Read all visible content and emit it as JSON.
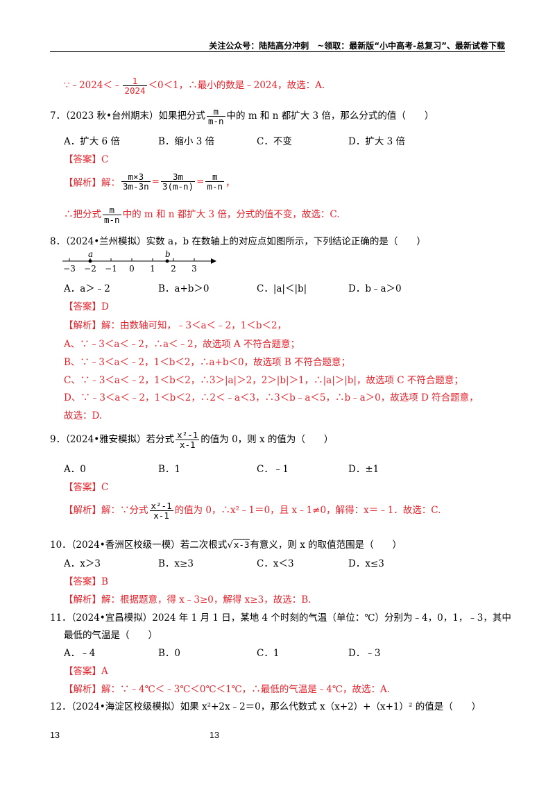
{
  "header": {
    "text": "关注公众号：陆陆高分冲刺　~领取：最新版“小中高考-总复习”、最新试卷下载"
  },
  "top_line": {
    "pre": "∵﹣2024＜﹣",
    "frac_num": "1",
    "frac_den": "2024",
    "post": "＜0＜1，∴最小的数是﹣2024，故选：A."
  },
  "q7": {
    "pre": "7．（2023 秋•台州期末）如果把分式",
    "frac_num": "m",
    "frac_den": "m-n",
    "post": "中的 m 和 n 都扩大 3 倍，那么分式的值（　　）",
    "options": [
      "A．扩大 6 倍",
      "B．缩小 3 倍",
      "C．不变",
      "D．扩大 3 倍"
    ],
    "answer": "【答案】C",
    "analysis_label": "【解析】解：",
    "f1n": "m×3",
    "f1d": "3m-3n",
    "f2n": "3m",
    "f2d": "3(m-n)",
    "f3n": "m",
    "f3d": "m-n",
    "eq": "=",
    "tail": "，",
    "concl_pre": "∴把分式",
    "concl_post": "中的 m 和 n 都扩大 3 倍，分式的值不变，故选：C."
  },
  "q8": {
    "stem": "8．（2024•兰州模拟）实数 a，b 在数轴上的对应点如图所示，下列结论正确的是（　　）",
    "ticks": [
      "−3",
      "−2",
      "−1",
      "0",
      "1",
      "2",
      "3"
    ],
    "point_a": "a",
    "point_b": "b",
    "options": [
      "A．a＞﹣2",
      "B．a+b＞0",
      "C．|a|＜|b|",
      "D．b﹣a＞0"
    ],
    "answer": "【答案】D",
    "lines": [
      "【解析】解：由数轴可知，﹣3＜a＜﹣2，1＜b＜2，",
      "A、∵﹣3＜a＜﹣2，∴a＜﹣2，故选项 A 不符合题意；",
      "B、∵﹣3＜a＜﹣2，1＜b＜2，∴a+b＜0，故选项 B 不符合题意；",
      "C、∵﹣3＜a＜﹣2，1＜b＜2，∴3＞|a|＞2，2＞|b|＞1，∴|a|＞|b|，故选项 C 不符合题意；",
      "D、∵﹣3＜a＜﹣2，1＜b＜2，∴2＜﹣a＜3，∴3＜b﹣a＜5，∴b﹣a＞0，故选项 D 符合题意，",
      "故选：D."
    ]
  },
  "q9": {
    "pre": "9．（2024•雅安模拟）若分式",
    "frac_num": "x²-1",
    "frac_den": "x-1",
    "post": "的值为 0，则 x 的值为（　　）",
    "options": [
      "A．0",
      "B．1",
      "C．﹣1",
      "D．±1"
    ],
    "answer": "【答案】C",
    "an_pre": "【解析】解：∵分式",
    "an_post": "的值为 0，∴x²﹣1＝0，且 x﹣1≠0，解得：x＝﹣1．故选：C."
  },
  "q10": {
    "pre": "10．（2024•香洲区校级一模）若二次根式",
    "radicand": "x-3",
    "post": "有意义，则 x 的取值范围是（　　）",
    "options": [
      "A．x＞3",
      "B．x≥3",
      "C．x＜3",
      "D．x≤3"
    ],
    "answer": "【答案】B",
    "analysis": "【解析】解：根据题意，得 x﹣3≥0，解得 x≥3，故选：B."
  },
  "q11": {
    "stem1": "11．（2024•宜昌模拟）2024 年 1 月 1 日，某地 4 个时刻的气温（单位：℃）分别为﹣4，0，1，﹣3，其中",
    "stem2": "最低的气温是（　　）",
    "options": [
      "A．﹣4",
      "B．0",
      "C．1",
      "D．﹣3"
    ],
    "answer": "【答案】A",
    "analysis": "【解析】解：∵﹣4℃＜﹣3℃＜0℃＜1℃，∴最低的气温是﹣4℃，故选：A."
  },
  "q12": {
    "stem": "12．（2024•海淀区校级模拟）如果 x²+2x﹣2＝0，那么代数式 x（x+2）+（x+1）² 的值是（　　）"
  },
  "footer": {
    "left": "13",
    "center": "13"
  }
}
